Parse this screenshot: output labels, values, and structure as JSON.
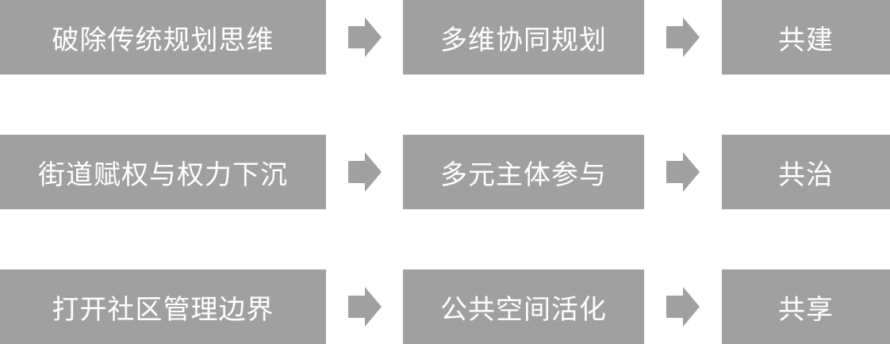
{
  "colors": {
    "box_fill": "#a0a0a0",
    "box_text": "#ffffff",
    "arrow_fill": "#a0a0a0",
    "background": "#ffffff"
  },
  "rows": [
    {
      "source": "破除传统规划思维",
      "approach": "多维协同规划",
      "outcome": "共建"
    },
    {
      "source": "街道赋权与权力下沉",
      "approach": "多元主体参与",
      "outcome": "共治"
    },
    {
      "source": "打开社区管理边界",
      "approach": "公共空间活化",
      "outcome": "共享"
    }
  ],
  "arrow_icon": "arrow-right-icon"
}
